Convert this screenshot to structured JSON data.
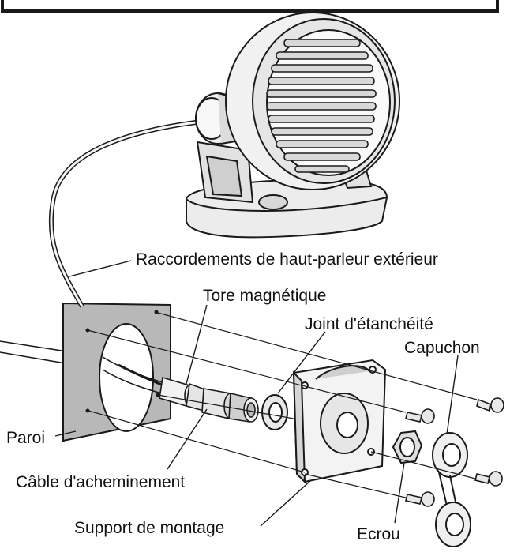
{
  "labels": {
    "raccordements": "Raccordements de haut-parleur extérieur",
    "tore": "Tore magnétique",
    "joint": "Joint d'étanchéité",
    "capuchon": "Capuchon",
    "paroi": "Paroi",
    "cable": "Câble d'acheminement",
    "support": "Support de montage",
    "ecrou": "Ecrou"
  },
  "colors": {
    "line": "#1a1a1a",
    "wall": "#b8b8b8",
    "speaker": "#ededed",
    "grille": "#d8d8d8"
  }
}
